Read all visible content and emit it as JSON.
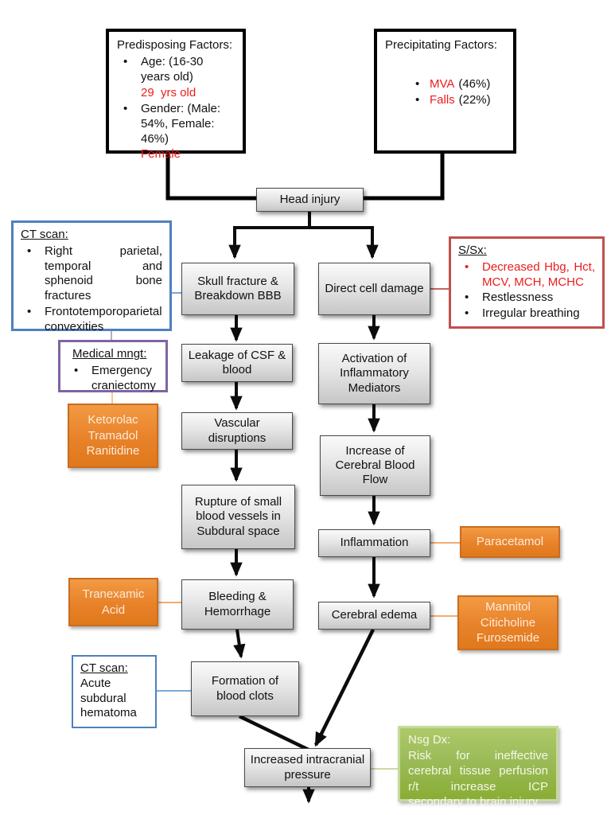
{
  "factors": {
    "predisposing": {
      "title": "Predisposing Factors:",
      "items": [
        {
          "text": "Age: (16-30 years old)",
          "note": "29  yrs old"
        },
        {
          "text": "Gender: (Male: 54%, Female: 46%)",
          "note": "Female"
        }
      ]
    },
    "precipitating": {
      "title": "Precipitating Factors:",
      "items": [
        {
          "name": "MVA",
          "value": "(46%)"
        },
        {
          "name": "Falls",
          "value": "(22%)"
        }
      ]
    }
  },
  "flow": {
    "head_injury": "Head injury",
    "skull": "Skull fracture & Breakdown BBB",
    "leakage": "Leakage of CSF & blood",
    "vascular": "Vascular disruptions",
    "rupture": "Rupture of small blood vessels in Subdural space",
    "bleeding": "Bleeding & Hemorrhage",
    "formation": "Formation of blood clots",
    "direct": "Direct cell damage",
    "activation": "Activation of Inflammatory Mediators",
    "increase_cbf": "Increase of Cerebral Blood Flow",
    "inflammation": "Inflammation",
    "cerebral_edema": "Cerebral edema",
    "icp": "Increased intracranial pressure"
  },
  "annotations": {
    "ct_scan_top": {
      "title": "CT scan:",
      "items": [
        "Right parietal, temporal and sphenoid bone fractures",
        "Frontotemporoparietal convexities"
      ]
    },
    "medical_mngt": {
      "title": "Medical mngt:",
      "items": [
        "Emergency craniectomy"
      ]
    },
    "s_sx": {
      "title": "S/Sx:",
      "items": [
        {
          "text": "Decreased Hbg, Hct, MCV, MCH, MCHC",
          "emphasis": "red"
        },
        {
          "text": "Restlessness",
          "emphasis": "none"
        },
        {
          "text": "Irregular breathing",
          "emphasis": "none"
        }
      ]
    },
    "ct_scan_bottom": {
      "title": "CT scan:",
      "text": "Acute subdural hematoma"
    },
    "nsg_dx": {
      "title": "Nsg Dx:",
      "text": "Risk for ineffective cerebral tissue perfusion r/t increase ICP secondary to brain injury"
    }
  },
  "medications": {
    "post_craniectomy": "Ketorolac\nTramadol\nRanitidine",
    "for_bleeding": "Tranexamic\nAcid",
    "for_inflammation": "Paracetamol",
    "for_cerebral_edema": "Mannitol\nCiticholine\nFurosemide"
  },
  "colors": {
    "red_text": "#ed1c1c",
    "blue_border": "#4f81bd",
    "purple_border": "#8064a2",
    "red_border": "#c0504d",
    "orange_box": "#e8822a",
    "green_box": "#9bbb59",
    "gray_box": "#d9d9d9"
  }
}
